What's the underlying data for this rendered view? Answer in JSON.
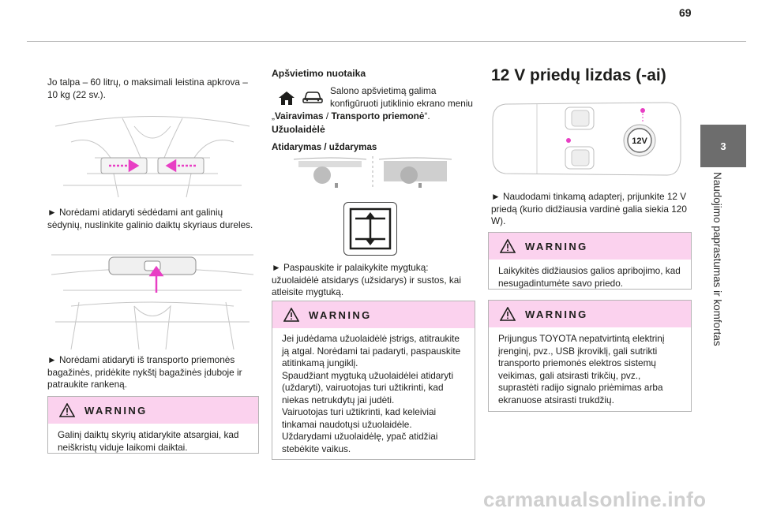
{
  "page_number": "69",
  "side_tab": {
    "chapter": "3",
    "title": "Naudojimo paprastumas ir komfortas"
  },
  "left_col": {
    "intro": "Jo talpa – 60 litrų, o maksimali leistina apkrova – 10 kg (22 sv.).",
    "step1": "► Norėdami atidaryti sėdėdami ant galinių sėdynių, nuslinkite galinio daiktų skyriaus dureles.",
    "step2": "► Norėdami atidaryti iš transporto priemonės bagažinės, pridėkite nykštį bagažinės įduboje ir patraukite rankeną.",
    "warning": {
      "title": "WARNING",
      "text": "Galinį daiktų skyrių atidarykite atsargiai, kad neiškristų viduje laikomi daiktai."
    }
  },
  "mid_col": {
    "lighting_heading": "Apšvietimo nuotaika",
    "lighting_text_line": "Salono apšvietimą galima konfigūruoti jutiklinio ekrano meniu",
    "lighting_menu_open": "„",
    "lighting_menu_a": "Vairavimas",
    "lighting_menu_sep": " / ",
    "lighting_menu_b": "Transporto priemonė",
    "lighting_menu_close": "“.",
    "blind_heading": "Užuolaidėlė",
    "blind_subheading": "Atidarymas / uždarymas",
    "step": "► Paspauskite ir palaikykite mygtuką: užuolaidėlė atsidarys (užsidarys) ir sustos, kai atleisite mygtuką.",
    "warning": {
      "title": "WARNING",
      "lines": [
        "Jei judėdama užuolaidėlė įstrigs, atitraukite ją atgal. Norėdami tai padaryti, paspauskite atitinkamą jungiklį.",
        "Spaudžiant mygtuką užuolaidėlei atidaryti (uždaryti), vairuotojas turi užtikrinti, kad niekas netrukdytų jai judėti.",
        "Vairuotojas turi užtikrinti, kad keleiviai tinkamai naudotųsi užuolaidėle.",
        "Uždarydami užuolaidėlę, ypač atidžiai stebėkite vaikus."
      ]
    }
  },
  "right_col": {
    "heading": "12 V priedų lizdas (-ai)",
    "socket_label": "12V",
    "step": "► Naudodami tinkamą adapterį, prijunkite 12 V priedą (kurio didžiausia vardinė galia siekia 120 W).",
    "warning1": {
      "title": "WARNING",
      "text": "Laikykitės didžiausios galios apribojimo, kad nesugadintumėte savo priedo."
    },
    "warning2": {
      "title": "WARNING",
      "text": "Prijungus TOYOTA nepatvirtintą elektrinį įrenginį, pvz., USB įkroviklį, gali sutrikti transporto priemonės elektros sistemų veikimas, gali atsirasti trikčių, pvz., suprastėti radijo signalo priėmimas arba ekranuose atsirasti trukdžių."
    }
  },
  "footer": "carmanualsonline.info",
  "colors": {
    "warning_header": "#fbd2ee",
    "accent_pink": "#e83fc4",
    "side_tab": "#6d6d6d"
  }
}
